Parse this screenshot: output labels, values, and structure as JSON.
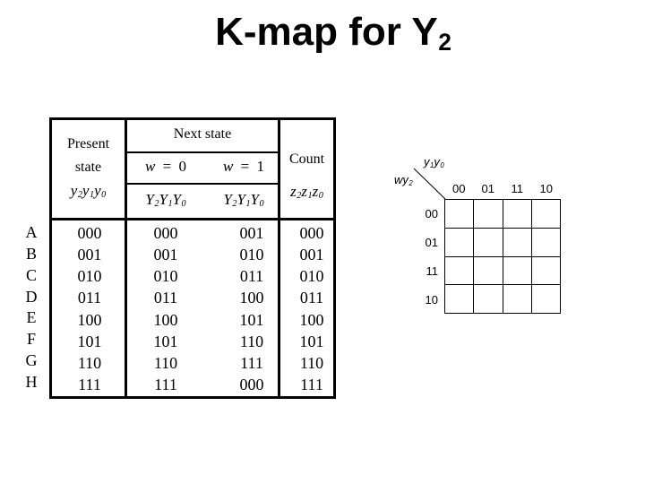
{
  "title": {
    "rich": [
      {
        "t": "K-map for Y",
        "s": "2"
      }
    ]
  },
  "table": {
    "header": {
      "present_line1": "Present",
      "present_line2": "state",
      "present_vars": [
        {
          "t": "y",
          "i": true,
          "s": "2"
        },
        {
          "t": "y",
          "i": true,
          "s": "1"
        },
        {
          "t": "y",
          "i": true,
          "s": "0"
        }
      ],
      "next_state": "Next state",
      "w0": [
        {
          "t": "w",
          "i": true
        },
        {
          "t": " = 0"
        }
      ],
      "w1": [
        {
          "t": "w",
          "i": true
        },
        {
          "t": " = 1"
        }
      ],
      "w0_vars": [
        {
          "t": "Y",
          "i": true,
          "s": "2"
        },
        {
          "t": "Y",
          "i": true,
          "s": "1"
        },
        {
          "t": "Y",
          "i": true,
          "s": "0"
        }
      ],
      "w1_vars": [
        {
          "t": "Y",
          "i": true,
          "s": "2"
        },
        {
          "t": "Y",
          "i": true,
          "s": "1"
        },
        {
          "t": "Y",
          "i": true,
          "s": "0"
        }
      ],
      "count": "Count",
      "count_vars": [
        {
          "t": "z",
          "i": true,
          "s": "2"
        },
        {
          "t": "z",
          "i": true,
          "s": "1"
        },
        {
          "t": "z",
          "i": true,
          "s": "0"
        }
      ]
    },
    "rows": [
      {
        "label": "A",
        "present": "000",
        "w0": "000",
        "w1": "001",
        "count": "000"
      },
      {
        "label": "B",
        "present": "001",
        "w0": "001",
        "w1": "010",
        "count": "001"
      },
      {
        "label": "C",
        "present": "010",
        "w0": "010",
        "w1": "011",
        "count": "010"
      },
      {
        "label": "D",
        "present": "011",
        "w0": "011",
        "w1": "100",
        "count": "011"
      },
      {
        "label": "E",
        "present": "100",
        "w0": "100",
        "w1": "101",
        "count": "100"
      },
      {
        "label": "F",
        "present": "101",
        "w0": "101",
        "w1": "110",
        "count": "101"
      },
      {
        "label": "G",
        "present": "110",
        "w0": "110",
        "w1": "111",
        "count": "110"
      },
      {
        "label": "H",
        "present": "111",
        "w0": "111",
        "w1": "000",
        "count": "111"
      }
    ]
  },
  "kmap": {
    "top_label": [
      {
        "t": "y",
        "i": true,
        "s": "1"
      },
      {
        "t": "y",
        "i": true,
        "s": "0"
      }
    ],
    "side_label": [
      {
        "t": "w",
        "i": true
      },
      {
        "t": "y",
        "i": true,
        "s": "2"
      }
    ],
    "col_labels": [
      "00",
      "01",
      "11",
      "10"
    ],
    "row_labels": [
      "00",
      "01",
      "11",
      "10"
    ],
    "cells": [
      "",
      "",
      "",
      "",
      "",
      "",
      "",
      "",
      "",
      "",
      "",
      "",
      "",
      "",
      "",
      ""
    ]
  },
  "colors": {
    "ink": "#000000",
    "background": "#ffffff"
  }
}
